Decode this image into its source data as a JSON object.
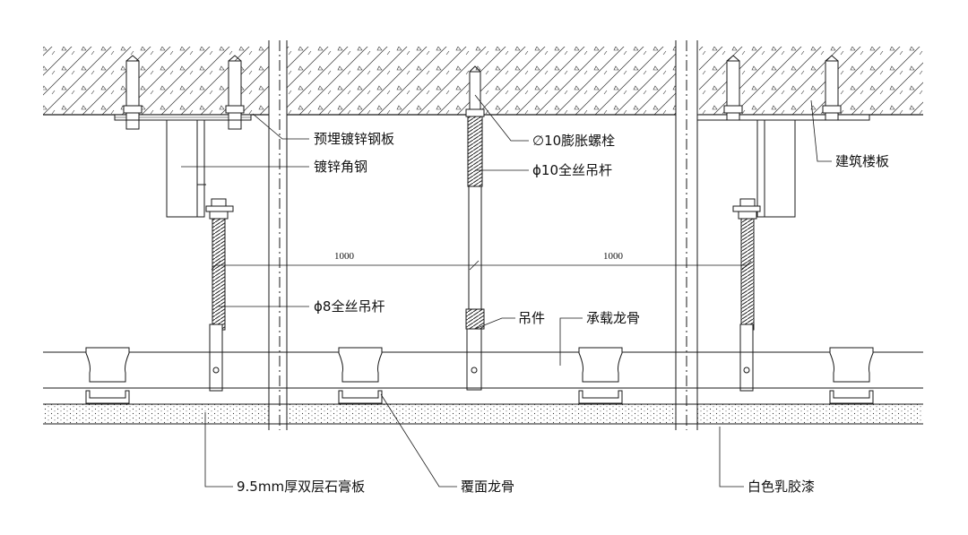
{
  "labels": {
    "embedded_plate": "预埋镀锌钢板",
    "angle_steel": "镀锌角钢",
    "expansion_bolt": "∅10膨胀螺栓",
    "rod_10": "ϕ10全丝吊杆",
    "building_slab": "建筑楼板",
    "rod_8": "ϕ8全丝吊杆",
    "hanger": "吊件",
    "main_keel": "承载龙骨",
    "gypsum_board": "9.5mm厚双层石膏板",
    "cover_keel": "覆面龙骨",
    "latex_paint": "白色乳胶漆"
  },
  "dimensions": {
    "left": "1000",
    "right": "1000"
  },
  "colors": {
    "line": "#1a1a1a",
    "background": "#ffffff"
  }
}
